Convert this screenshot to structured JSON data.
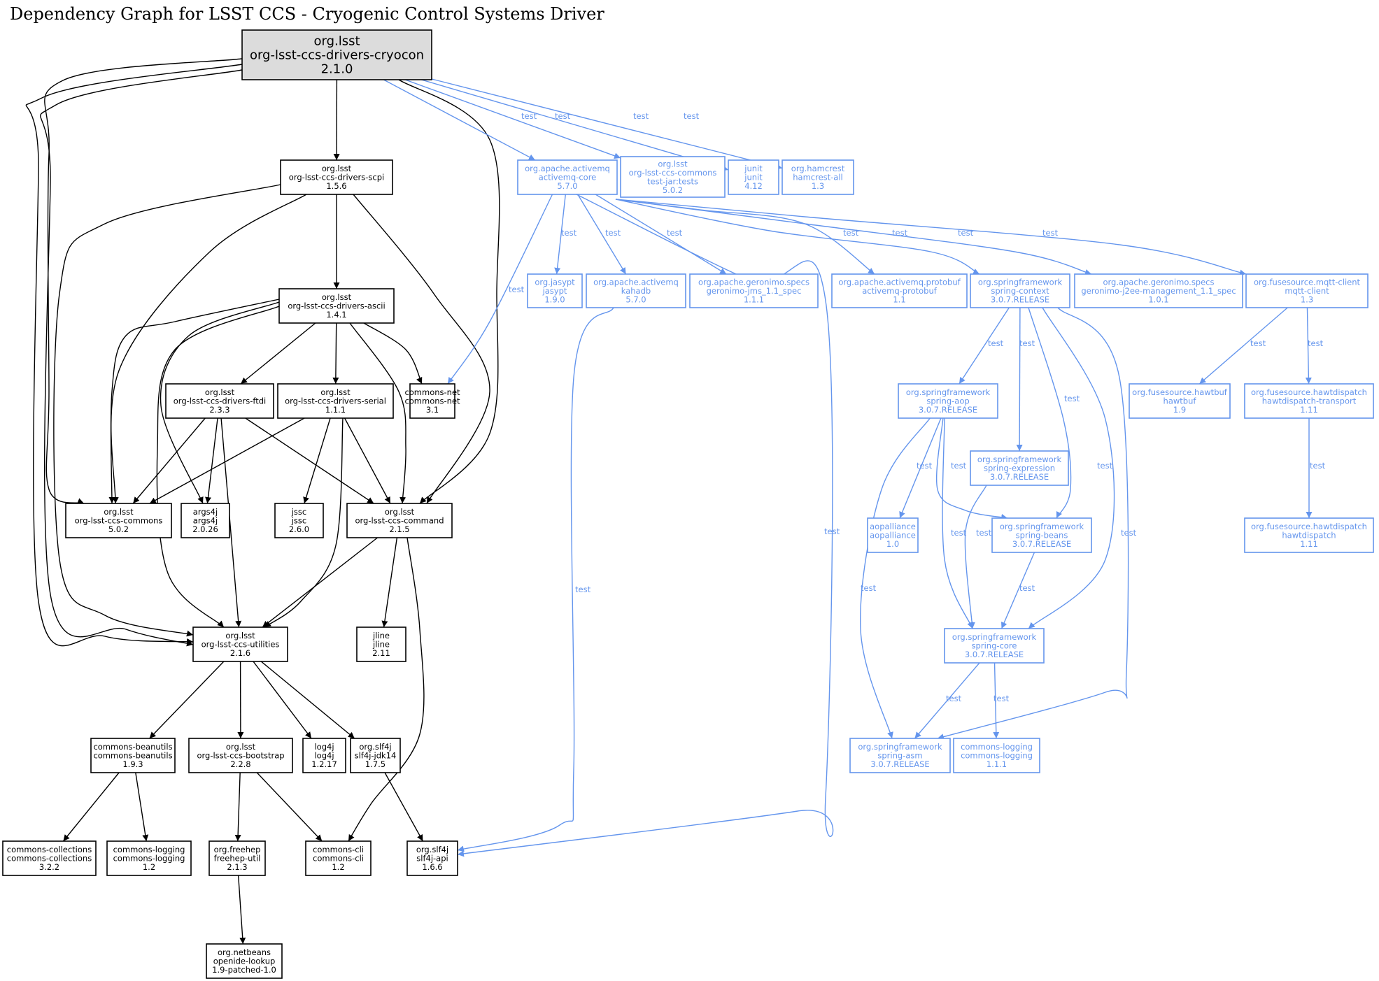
{
  "title": "Dependency Graph for LSST CCS - Cryogenic Control Systems Driver",
  "colors": {
    "compile": "#000000",
    "test": "#6495ed",
    "root_fill": "#dcdcdc"
  },
  "nodes": [
    {
      "id": "cryocon",
      "group": "org.lsst",
      "artifact": "org-lsst-ccs-drivers-cryocon",
      "version": "2.1.0",
      "scope": "root"
    },
    {
      "id": "scpi",
      "group": "org.lsst",
      "artifact": "org-lsst-ccs-drivers-scpi",
      "version": "1.5.6",
      "scope": "compile"
    },
    {
      "id": "ascii",
      "group": "org.lsst",
      "artifact": "org-lsst-ccs-drivers-ascii",
      "version": "1.4.1",
      "scope": "compile"
    },
    {
      "id": "ftdi",
      "group": "org.lsst",
      "artifact": "org-lsst-ccs-drivers-ftdi",
      "version": "2.3.3",
      "scope": "compile"
    },
    {
      "id": "serial",
      "group": "org.lsst",
      "artifact": "org-lsst-ccs-drivers-serial",
      "version": "1.1.1",
      "scope": "compile"
    },
    {
      "id": "commonsnet",
      "group": "commons-net",
      "artifact": "commons-net",
      "version": "3.1",
      "scope": "compile"
    },
    {
      "id": "ccscommons",
      "group": "org.lsst",
      "artifact": "org-lsst-ccs-commons",
      "version": "5.0.2",
      "scope": "compile"
    },
    {
      "id": "args4j",
      "group": "args4j",
      "artifact": "args4j",
      "version": "2.0.26",
      "scope": "compile"
    },
    {
      "id": "jssc",
      "group": "jssc",
      "artifact": "jssc",
      "version": "2.6.0",
      "scope": "compile"
    },
    {
      "id": "command",
      "group": "org.lsst",
      "artifact": "org-lsst-ccs-command",
      "version": "2.1.5",
      "scope": "compile"
    },
    {
      "id": "utilities",
      "group": "org.lsst",
      "artifact": "org-lsst-ccs-utilities",
      "version": "2.1.6",
      "scope": "compile"
    },
    {
      "id": "jline",
      "group": "jline",
      "artifact": "jline",
      "version": "2.11",
      "scope": "compile"
    },
    {
      "id": "beanutils",
      "group": "commons-beanutils",
      "artifact": "commons-beanutils",
      "version": "1.9.3",
      "scope": "compile"
    },
    {
      "id": "bootstrap",
      "group": "org.lsst",
      "artifact": "org-lsst-ccs-bootstrap",
      "version": "2.2.8",
      "scope": "compile"
    },
    {
      "id": "log4j",
      "group": "log4j",
      "artifact": "log4j",
      "version": "1.2.17",
      "scope": "compile"
    },
    {
      "id": "slf4jjdk14",
      "group": "org.slf4j",
      "artifact": "slf4j-jdk14",
      "version": "1.7.5",
      "scope": "compile"
    },
    {
      "id": "collections",
      "group": "commons-collections",
      "artifact": "commons-collections",
      "version": "3.2.2",
      "scope": "compile"
    },
    {
      "id": "logging12",
      "group": "commons-logging",
      "artifact": "commons-logging",
      "version": "1.2",
      "scope": "compile"
    },
    {
      "id": "freehep",
      "group": "org.freehep",
      "artifact": "freehep-util",
      "version": "2.1.3",
      "scope": "compile"
    },
    {
      "id": "cli",
      "group": "commons-cli",
      "artifact": "commons-cli",
      "version": "1.2",
      "scope": "compile"
    },
    {
      "id": "slf4japi",
      "group": "org.slf4j",
      "artifact": "slf4j-api",
      "version": "1.6.6",
      "scope": "compile"
    },
    {
      "id": "openide",
      "group": "org.netbeans",
      "artifact": "openide-lookup",
      "version": "1.9-patched-1.0",
      "scope": "compile"
    },
    {
      "id": "amqcore",
      "group": "org.apache.activemq",
      "artifact": "activemq-core",
      "version": "5.7.0",
      "scope": "test"
    },
    {
      "id": "testjar",
      "group": "org.lsst",
      "artifact": "org-lsst-ccs-commons",
      "classifier": "test-jar:tests",
      "version": "5.0.2",
      "scope": "test"
    },
    {
      "id": "junit",
      "group": "junit",
      "artifact": "junit",
      "version": "4.12",
      "scope": "test"
    },
    {
      "id": "hamcrest",
      "group": "org.hamcrest",
      "artifact": "hamcrest-all",
      "version": "1.3",
      "scope": "test"
    },
    {
      "id": "jasypt",
      "group": "org.jasypt",
      "artifact": "jasypt",
      "version": "1.9.0",
      "scope": "test"
    },
    {
      "id": "kahadb",
      "group": "org.apache.activemq",
      "artifact": "kahadb",
      "version": "5.7.0",
      "scope": "test"
    },
    {
      "id": "jms",
      "group": "org.apache.geronimo.specs",
      "artifact": "geronimo-jms_1.1_spec",
      "version": "1.1.1",
      "scope": "test"
    },
    {
      "id": "protobuf",
      "group": "org.apache.activemq.protobuf",
      "artifact": "activemq-protobuf",
      "version": "1.1",
      "scope": "test"
    },
    {
      "id": "springcontext",
      "group": "org.springframework",
      "artifact": "spring-context",
      "version": "3.0.7.RELEASE",
      "scope": "test"
    },
    {
      "id": "j2ee",
      "group": "org.apache.geronimo.specs",
      "artifact": "geronimo-j2ee-management_1.1_spec",
      "version": "1.0.1",
      "scope": "test"
    },
    {
      "id": "mqtt",
      "group": "org.fusesource.mqtt-client",
      "artifact": "mqtt-client",
      "version": "1.3",
      "scope": "test"
    },
    {
      "id": "springaop",
      "group": "org.springframework",
      "artifact": "spring-aop",
      "version": "3.0.7.RELEASE",
      "scope": "test"
    },
    {
      "id": "hawtbuf",
      "group": "org.fusesource.hawtbuf",
      "artifact": "hawtbuf",
      "version": "1.9",
      "scope": "test"
    },
    {
      "id": "transport",
      "group": "org.fusesource.hawtdispatch",
      "artifact": "hawtdispatch-transport",
      "version": "1.11",
      "scope": "test"
    },
    {
      "id": "springexpr",
      "group": "org.springframework",
      "artifact": "spring-expression",
      "version": "3.0.7.RELEASE",
      "scope": "test"
    },
    {
      "id": "aopalliance",
      "group": "aopalliance",
      "artifact": "aopalliance",
      "version": "1.0",
      "scope": "test"
    },
    {
      "id": "springbeans",
      "group": "org.springframework",
      "artifact": "spring-beans",
      "version": "3.0.7.RELEASE",
      "scope": "test"
    },
    {
      "id": "hawtdispatch",
      "group": "org.fusesource.hawtdispatch",
      "artifact": "hawtdispatch",
      "version": "1.11",
      "scope": "test"
    },
    {
      "id": "springcore",
      "group": "org.springframework",
      "artifact": "spring-core",
      "version": "3.0.7.RELEASE",
      "scope": "test"
    },
    {
      "id": "springasm",
      "group": "org.springframework",
      "artifact": "spring-asm",
      "version": "3.0.7.RELEASE",
      "scope": "test"
    },
    {
      "id": "logging111",
      "group": "commons-logging",
      "artifact": "commons-logging",
      "version": "1.1.1",
      "scope": "test"
    }
  ],
  "edges": [
    {
      "from": "cryocon",
      "to": "scpi"
    },
    {
      "from": "cryocon",
      "to": "ccscommons"
    },
    {
      "from": "cryocon",
      "to": "utilities"
    },
    {
      "from": "cryocon",
      "to": "utilities"
    },
    {
      "from": "cryocon",
      "to": "command"
    },
    {
      "from": "cryocon",
      "to": "amqcore",
      "label": "test"
    },
    {
      "from": "cryocon",
      "to": "testjar",
      "label": "test"
    },
    {
      "from": "cryocon",
      "to": "junit",
      "label": "test"
    },
    {
      "from": "cryocon",
      "to": "hamcrest",
      "label": "test"
    },
    {
      "from": "scpi",
      "to": "ascii"
    },
    {
      "from": "scpi",
      "to": "ccscommons"
    },
    {
      "from": "scpi",
      "to": "utilities"
    },
    {
      "from": "scpi",
      "to": "command"
    },
    {
      "from": "ascii",
      "to": "ftdi"
    },
    {
      "from": "ascii",
      "to": "serial"
    },
    {
      "from": "ascii",
      "to": "commonsnet"
    },
    {
      "from": "ascii",
      "to": "ccscommons"
    },
    {
      "from": "ascii",
      "to": "args4j"
    },
    {
      "from": "ascii",
      "to": "utilities"
    },
    {
      "from": "ascii",
      "to": "command"
    },
    {
      "from": "ftdi",
      "to": "ccscommons"
    },
    {
      "from": "ftdi",
      "to": "args4j"
    },
    {
      "from": "ftdi",
      "to": "utilities"
    },
    {
      "from": "ftdi",
      "to": "command"
    },
    {
      "from": "serial",
      "to": "ccscommons"
    },
    {
      "from": "serial",
      "to": "jssc"
    },
    {
      "from": "serial",
      "to": "utilities"
    },
    {
      "from": "serial",
      "to": "command"
    },
    {
      "from": "command",
      "to": "utilities"
    },
    {
      "from": "command",
      "to": "jline"
    },
    {
      "from": "command",
      "to": "cli"
    },
    {
      "from": "utilities",
      "to": "beanutils"
    },
    {
      "from": "utilities",
      "to": "bootstrap"
    },
    {
      "from": "utilities",
      "to": "log4j"
    },
    {
      "from": "utilities",
      "to": "slf4jjdk14"
    },
    {
      "from": "beanutils",
      "to": "collections"
    },
    {
      "from": "beanutils",
      "to": "logging12"
    },
    {
      "from": "bootstrap",
      "to": "freehep"
    },
    {
      "from": "bootstrap",
      "to": "cli"
    },
    {
      "from": "slf4jjdk14",
      "to": "slf4japi"
    },
    {
      "from": "freehep",
      "to": "openide"
    },
    {
      "from": "amqcore",
      "to": "commonsnet",
      "label": "test"
    },
    {
      "from": "amqcore",
      "to": "jasypt",
      "label": "test"
    },
    {
      "from": "amqcore",
      "to": "kahadb",
      "label": "test"
    },
    {
      "from": "amqcore",
      "to": "jms",
      "label": "test"
    },
    {
      "from": "amqcore",
      "to": "slf4japi",
      "label": "test"
    },
    {
      "from": "amqcore",
      "to": "protobuf",
      "label": "test"
    },
    {
      "from": "amqcore",
      "to": "springcontext",
      "label": "test"
    },
    {
      "from": "amqcore",
      "to": "j2ee",
      "label": "test"
    },
    {
      "from": "amqcore",
      "to": "mqtt",
      "label": "test"
    },
    {
      "from": "kahadb",
      "to": "slf4japi",
      "label": "test"
    },
    {
      "from": "springcontext",
      "to": "springaop",
      "label": "test"
    },
    {
      "from": "springcontext",
      "to": "springexpr",
      "label": "test"
    },
    {
      "from": "springcontext",
      "to": "springbeans",
      "label": "test"
    },
    {
      "from": "springcontext",
      "to": "springcore",
      "label": "test"
    },
    {
      "from": "springcontext",
      "to": "springasm",
      "label": "test"
    },
    {
      "from": "mqtt",
      "to": "hawtbuf",
      "label": "test"
    },
    {
      "from": "mqtt",
      "to": "transport",
      "label": "test"
    },
    {
      "from": "transport",
      "to": "hawtdispatch",
      "label": "test"
    },
    {
      "from": "springaop",
      "to": "aopalliance",
      "label": "test"
    },
    {
      "from": "springaop",
      "to": "springbeans",
      "label": "test"
    },
    {
      "from": "springaop",
      "to": "springcore",
      "label": "test"
    },
    {
      "from": "springaop",
      "to": "springasm",
      "label": "test"
    },
    {
      "from": "springexpr",
      "to": "springcore",
      "label": "test"
    },
    {
      "from": "springbeans",
      "to": "springcore",
      "label": "test"
    },
    {
      "from": "springcore",
      "to": "springasm",
      "label": "test"
    },
    {
      "from": "springcore",
      "to": "logging111",
      "label": "test"
    }
  ]
}
